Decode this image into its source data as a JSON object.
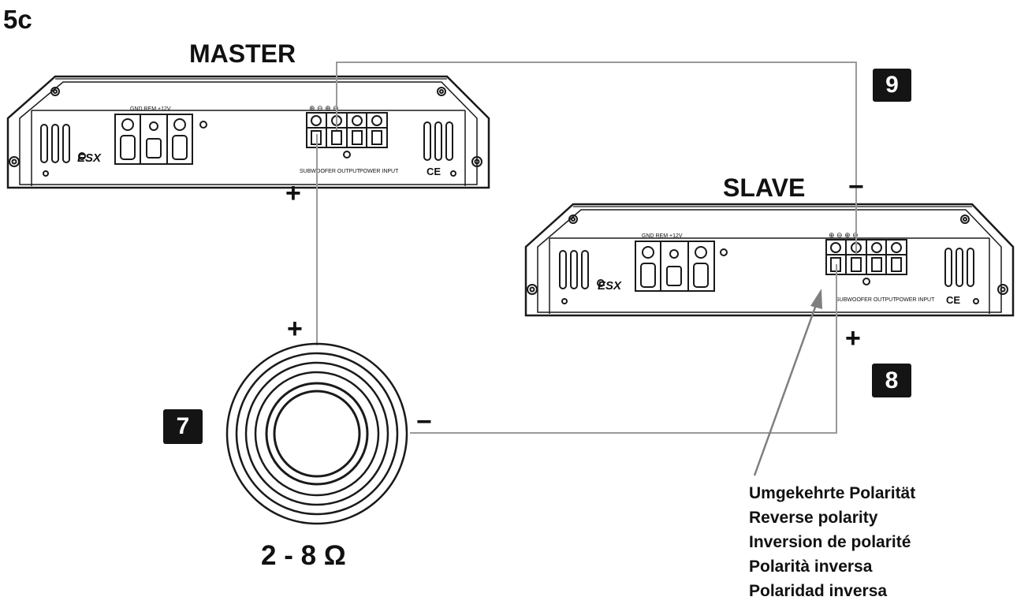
{
  "figure_label": "5c",
  "master": {
    "title": "MASTER",
    "terminal_label": "GND REM +12V",
    "output_label": "SUBWOOFER OUTPUT",
    "input_label": "POWER INPUT",
    "brand_logo": "ESX",
    "ce_mark": "CE"
  },
  "slave": {
    "title": "SLAVE",
    "terminal_label": "GND REM +12V",
    "output_label": "SUBWOOFER OUTPUT",
    "input_label": "POWER INPUT",
    "brand_logo": "ESX",
    "ce_mark": "CE"
  },
  "steps": {
    "step7": "7",
    "step8": "8",
    "step9": "9"
  },
  "signs": {
    "master_plus": "+",
    "speaker_plus": "+",
    "speaker_minus": "−",
    "slave_plus": "+",
    "slave_minus": "−"
  },
  "speaker": {
    "impedance": "2 - 8 Ω"
  },
  "note": {
    "de": "Umgekehrte Polarität",
    "en": "Reverse polarity",
    "fr": "Inversion de polarité",
    "it": "Polarità inversa",
    "es": "Polaridad inversa"
  },
  "colors": {
    "wire": "#9a9a9a",
    "line": "#1a1a1a",
    "badge": "#141414"
  }
}
